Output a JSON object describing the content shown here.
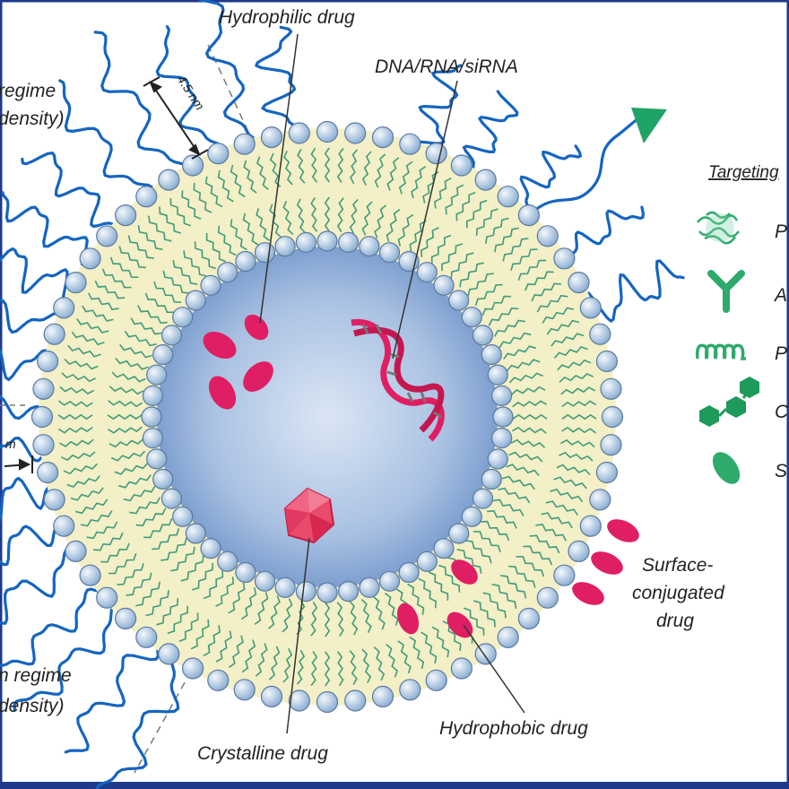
{
  "labels": {
    "hydrophilic_drug": "Hydrophilic drug",
    "nucleic_acid": "DNA/RNA/siRNA",
    "regime_top_line1": "regime",
    "regime_top_line2": "density)",
    "regime_bottom_line1": "n regime",
    "regime_bottom_line2": "density)",
    "thickness_top": "4.5 nm",
    "thickness_left": "m",
    "surface_line1": "Surface-",
    "surface_line2": "conjugated",
    "surface_line3": "drug",
    "hydrophobic_drug": "Hydrophobic drug",
    "crystalline_drug": "Crystalline drug"
  },
  "legend": {
    "title": "Targeting",
    "items": [
      {
        "name": "protein-icon",
        "label": "P"
      },
      {
        "name": "antibody-icon",
        "label": "A"
      },
      {
        "name": "peptide-icon",
        "label": "P"
      },
      {
        "name": "carbohydrate-icon",
        "label": "C"
      },
      {
        "name": "small-molecule-icon",
        "label": "S"
      }
    ]
  },
  "colors": {
    "frame": "#1f3a8a",
    "peg": "#1565c0",
    "head_fill": "#b8cfe6",
    "head_stroke": "#5b7aa0",
    "bilayer": "#f3efc6",
    "tails": "#3f9c7c",
    "core_center": "#dbe6f4",
    "core_edge": "#7d9fcf",
    "drug": "#e01e63",
    "ligand": "#2eaa6c"
  }
}
